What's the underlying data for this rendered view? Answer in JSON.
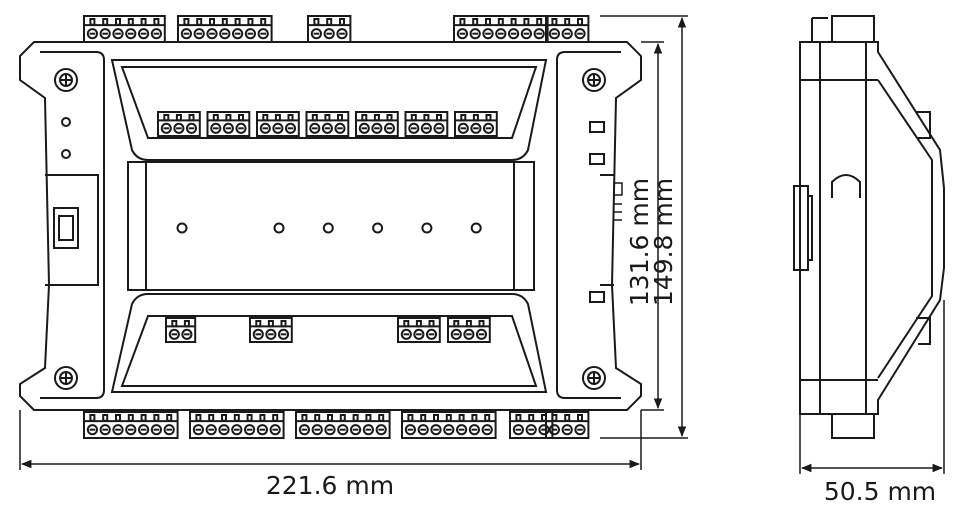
{
  "dimensions": {
    "width": "221.6 mm",
    "inner_height": "131.6 mm",
    "total_height": "149.8 mm",
    "depth": "50.5 mm"
  },
  "colors": {
    "stroke": "#1a1a1a",
    "body_fill": "#ffffff"
  },
  "drawing": {
    "front_view": {
      "top_outer_blocks": [
        6,
        7,
        3,
        7,
        3
      ],
      "top_inner_blocks": [
        3,
        3,
        3,
        3,
        3,
        3,
        3
      ],
      "bottom_inner_blocks": [
        2,
        3,
        3,
        3
      ],
      "bottom_outer_blocks": [
        7,
        7,
        7,
        7,
        3,
        3
      ],
      "indicator_leds": 5
    }
  }
}
